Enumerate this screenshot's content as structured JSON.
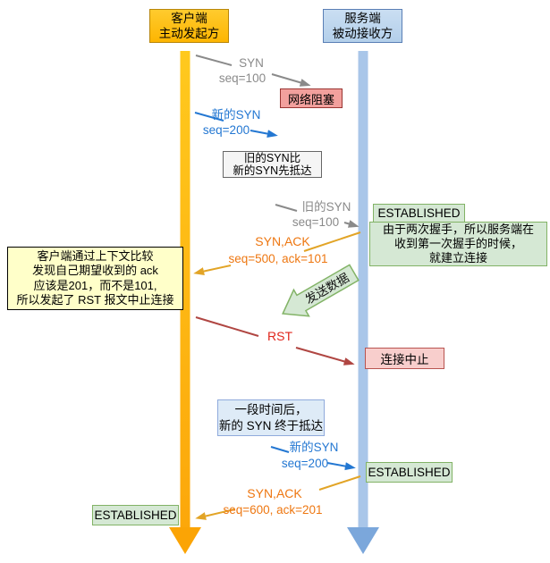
{
  "client": {
    "name": "客户端",
    "role": "主动发起方"
  },
  "server": {
    "name": "服务端",
    "role": "被动接收方"
  },
  "msg": {
    "syn1": {
      "title": "SYN",
      "seq": "seq=100"
    },
    "blocked": "网络阻塞",
    "newsyn1": {
      "title": "新的SYN",
      "seq": "seq=200"
    },
    "note_race": {
      "l1": "旧的SYN比",
      "l2": "新的SYN先抵达"
    },
    "oldsyn": {
      "title": "旧的SYN",
      "seq": "seq=100"
    },
    "est_server1": "ESTABLISHED",
    "note_server": {
      "l1": "由于两次握手，所以服务端在",
      "l2": "收到第一次握手的时候，",
      "l3": "就建立连接"
    },
    "synack1": {
      "title": "SYN,ACK",
      "seq": "seq=500, ack=101"
    },
    "send_data": "发送数据",
    "note_client": {
      "l1": "客户端通过上下文比较",
      "l2": "发现自己期望收到的 ack",
      "l3": "应该是201，而不是101,",
      "l4": "所以发起了 RST 报文中止连接"
    },
    "rst": "RST",
    "abort": "连接中止",
    "note_time": {
      "l1": "一段时间后，",
      "l2": "新的 SYN 终于抵达"
    },
    "newsyn2": {
      "title": "新的SYN",
      "seq": "seq=200"
    },
    "est_server2": "ESTABLISHED",
    "synack2": {
      "title": "SYN,ACK",
      "seq": "seq=600, ack=201"
    },
    "est_client": "ESTABLISHED"
  },
  "colors": {
    "client_line": "#FFC000",
    "server_line": "#A9C6E9",
    "blue_arrow": "#2377D2",
    "gray_arrow": "#8A8A8A",
    "orange_line": "#E2A426",
    "orange_text": "#EE7711",
    "red_line": "#B04642",
    "red_text": "#E0251B",
    "green_fill": "#D5E8D4",
    "green_border": "#82B366",
    "blocked_fill": "#F2A09D",
    "abort_fill": "#F8CECC",
    "note_yellow": "#FFFFC9",
    "note_blue": "#DEEBF7"
  }
}
